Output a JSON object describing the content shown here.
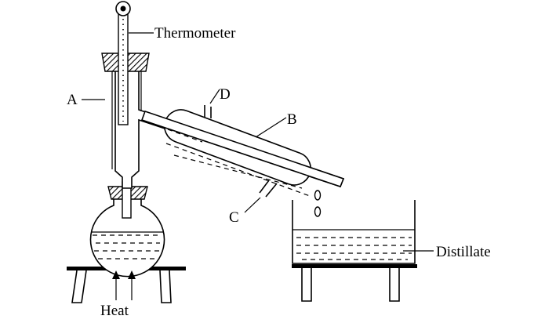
{
  "diagram": {
    "labels": {
      "thermometer": "Thermometer",
      "a": "A",
      "b": "B",
      "c": "C",
      "d": "D",
      "distillate": "Distillate",
      "heat": "Heat"
    },
    "colors": {
      "ink": "#000000",
      "background": "#ffffff"
    }
  }
}
